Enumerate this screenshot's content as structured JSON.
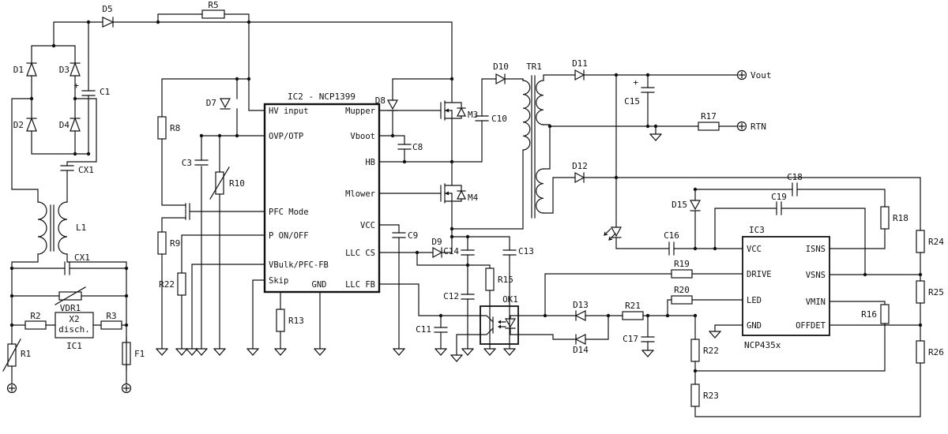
{
  "colors": {
    "line": "#111111",
    "background": "#ffffff"
  },
  "ic2": {
    "title": "IC2 - NCP1399",
    "pins_left": [
      "HV input",
      "OVP/OTP",
      "PFC Mode",
      "P ON/OFF",
      "VBulk/PFC-FB",
      "Skip"
    ],
    "pin_gnd": "GND",
    "pins_right": [
      "Mupper",
      "Vboot",
      "HB",
      "Mlower",
      "VCC",
      "LLC CS",
      "LLC FB"
    ]
  },
  "ic3": {
    "title": "IC3",
    "part": "NCP435x",
    "pins_left": [
      "VCC",
      "DRIVE",
      "LED",
      "GND"
    ],
    "pins_right": [
      "ISNS",
      "VSNS",
      "VMIN",
      "OFFDET"
    ]
  },
  "terminals": {
    "vout": "Vout",
    "rtn": "RTN"
  },
  "labels": {
    "d1": "D1",
    "d2": "D2",
    "d3": "D3",
    "d4": "D4",
    "d5": "D5",
    "d7": "D7",
    "d8": "D8",
    "d9": "D9",
    "d10": "D10",
    "d11": "D11",
    "d12": "D12",
    "d13": "D13",
    "d14": "D14",
    "d15": "D15",
    "c1": "C1",
    "c3": "C3",
    "c8": "C8",
    "c9": "C9",
    "c10": "C10",
    "c11": "C11",
    "c12": "C12",
    "c13": "C13",
    "c14": "C14",
    "c15": "C15",
    "c16": "C16",
    "c17": "C17",
    "c18": "C18",
    "c19": "C19",
    "cx1_top": "CX1",
    "cx1_bottom": "CX1",
    "r1": "R1",
    "r2": "R2",
    "r3": "R3",
    "r5": "R5",
    "r8": "R8",
    "r9": "R9",
    "r10": "R10",
    "r13": "R13",
    "r15": "R15",
    "r16": "R16",
    "r17": "R17",
    "r18": "R18",
    "r19": "R19",
    "r20": "R20",
    "r21": "R21",
    "r22_left": "R22",
    "r22_right": "R22",
    "r23": "R23",
    "r24": "R24",
    "r25": "R25",
    "r26": "R26",
    "l1": "L1",
    "tr1": "TR1",
    "vdr1": "VDR1",
    "f1": "F1",
    "ic1": "IC1",
    "m3": "M3",
    "m4": "M4",
    "ok1": "OK1",
    "x2_line1": "X2",
    "x2_line2": "disch.",
    "plus_c1": "+",
    "plus_c15": "+"
  }
}
